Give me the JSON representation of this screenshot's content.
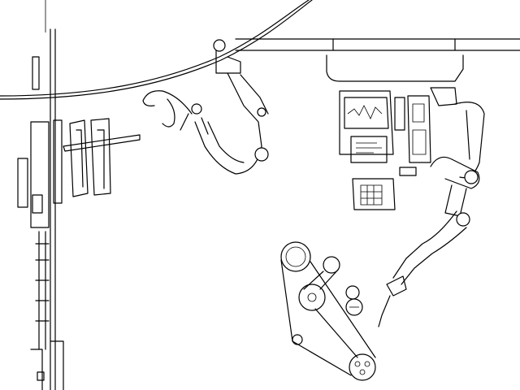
{
  "scene": {
    "style": "black line art on white",
    "background": "#ffffff",
    "stroke": "#000000"
  },
  "objects": [
    {
      "name": "overhead-cable",
      "kind": "cable"
    },
    {
      "name": "overhead-rail",
      "kind": "rail"
    },
    {
      "name": "left-scaffold-tower",
      "kind": "structure"
    },
    {
      "name": "hanging-clamp-arm",
      "kind": "robot-arm"
    },
    {
      "name": "control-console",
      "kind": "machine"
    },
    {
      "name": "right-robotic-arm",
      "kind": "robot-arm"
    },
    {
      "name": "belt-pulley-mechanism",
      "kind": "machine"
    }
  ]
}
